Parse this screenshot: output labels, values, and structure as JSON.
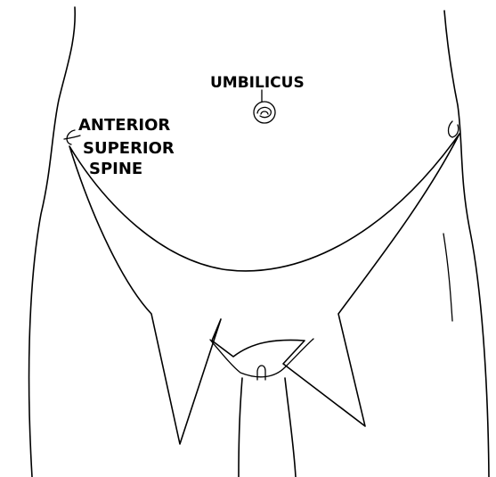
{
  "labels": {
    "umbilicus": "UMBILICUS",
    "anterior": "ANTERIOR",
    "superior": "SUPERIOR",
    "spine": "SPINE"
  }
}
